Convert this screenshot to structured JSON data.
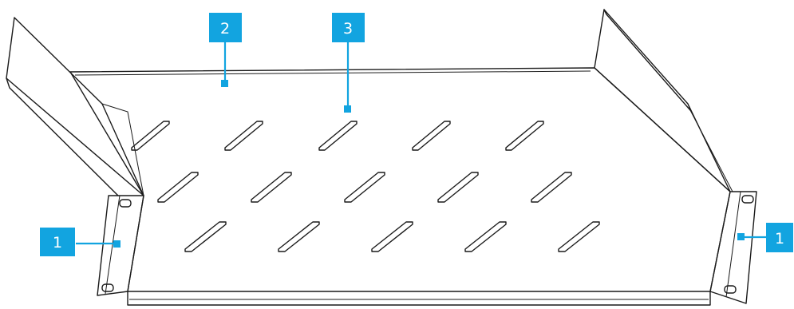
{
  "callouts": [
    {
      "id": "left-1",
      "label": "1"
    },
    {
      "id": "right-1",
      "label": "1"
    },
    {
      "id": "top-2",
      "label": "2"
    },
    {
      "id": "top-3",
      "label": "3"
    }
  ],
  "colors": {
    "callout": "#12a4e0",
    "ink": "#1a1a1a",
    "background": "#ffffff"
  }
}
